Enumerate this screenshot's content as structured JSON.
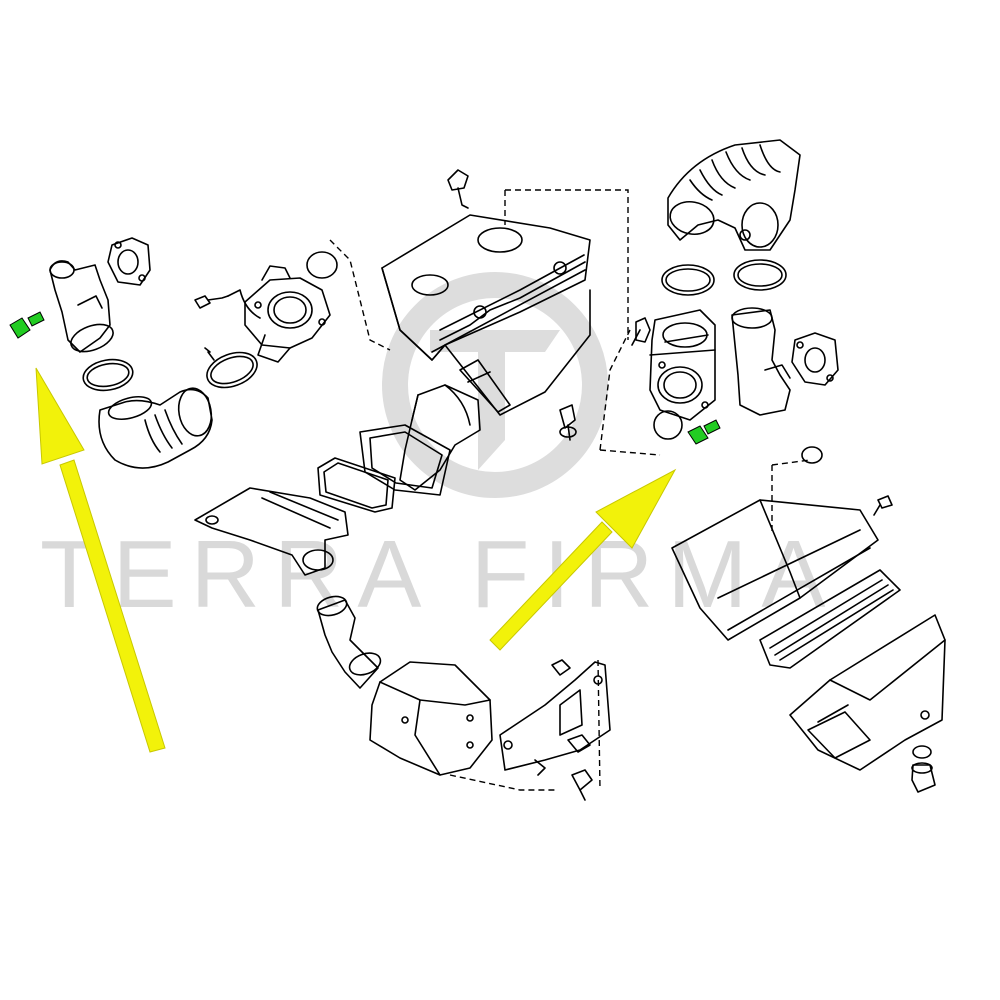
{
  "watermark": {
    "text": "TERRA FIRMA",
    "color": "#d9d9d9"
  },
  "colors": {
    "line": "#000000",
    "dashed_line": "#000000",
    "highlight_bolt": "#22cc22",
    "arrow_fill": "#f2f20a",
    "arrow_outline": "#b8b800",
    "background": "#ffffff"
  },
  "highlighted_parts": [
    {
      "name": "left-bolt",
      "color": "#22cc22"
    },
    {
      "name": "right-bolt",
      "color": "#22cc22"
    }
  ],
  "arrows": [
    {
      "name": "left-arrow",
      "points_to": "left-bolt"
    },
    {
      "name": "right-arrow",
      "points_to": "right-bolt"
    }
  ]
}
